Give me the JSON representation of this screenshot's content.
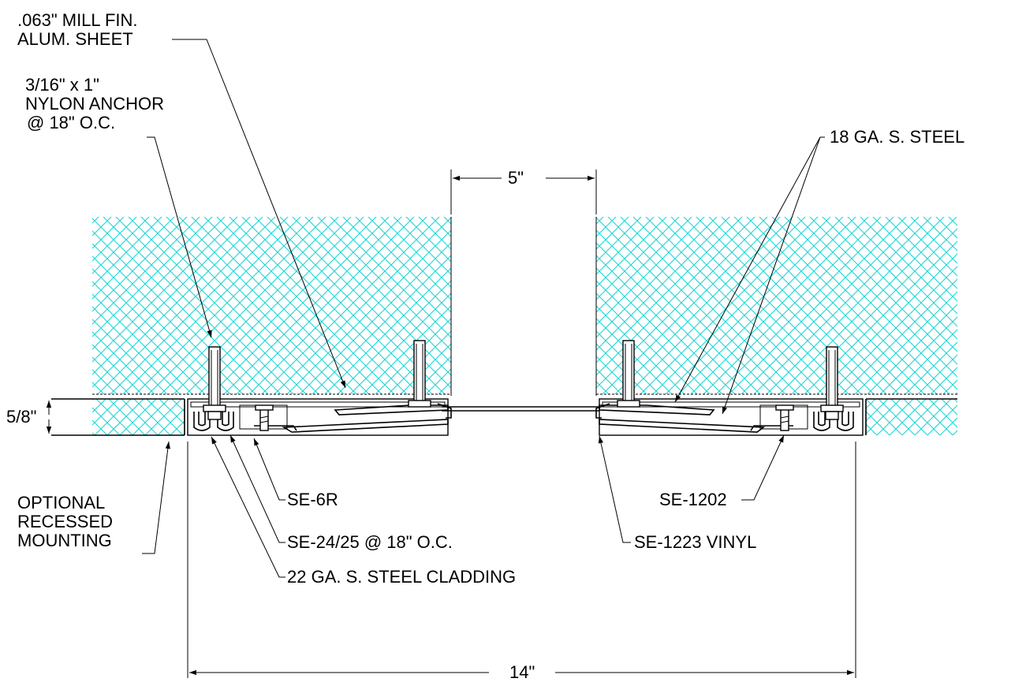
{
  "callouts": {
    "alum_sheet": [
      ".063\" MILL FIN.",
      "ALUM. SHEET"
    ],
    "anchor": [
      "3/16\" x 1\"",
      "NYLON ANCHOR",
      "@ 18\" O.C."
    ],
    "steel_18": "18 GA. S. STEEL",
    "optional_mount": [
      "OPTIONAL",
      "RECESSED",
      "MOUNTING"
    ],
    "se6r": "SE-6R",
    "se2425": "SE-24/25 @ 18\" O.C.",
    "cladding": "22 GA. S. STEEL CLADDING",
    "se1202": "SE-1202",
    "se1223": "SE-1223 VINYL"
  },
  "dimensions": {
    "gap": "5\"",
    "depth": "5/8\"",
    "overall": "14\""
  },
  "colors": {
    "hatch": "#1ad6d6",
    "line": "#000000",
    "background": "#ffffff"
  }
}
